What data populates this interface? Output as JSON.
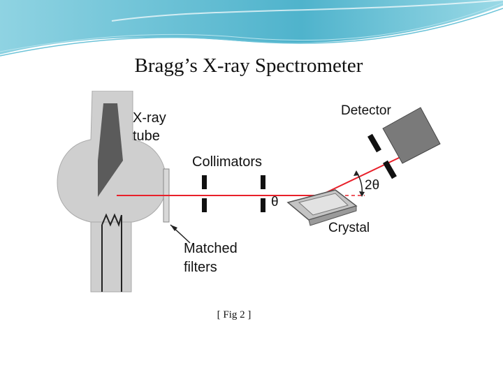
{
  "slide": {
    "title": "Bragg’s X-ray Spectrometer",
    "caption": "[ Fig 2 ]"
  },
  "diagram": {
    "labels": {
      "xray_tube_line1": "X-ray",
      "xray_tube_line2": "tube",
      "collimators": "Collimators",
      "detector": "Detector",
      "crystal": "Crystal",
      "filters_line1": "Matched",
      "filters_line2": "filters",
      "theta": "θ",
      "two_theta": "2θ"
    },
    "colors": {
      "beam": "#e8202a",
      "tube_fill": "#cfcfcf",
      "slit": "#111111",
      "header_teal": "#5fb8cf"
    }
  }
}
